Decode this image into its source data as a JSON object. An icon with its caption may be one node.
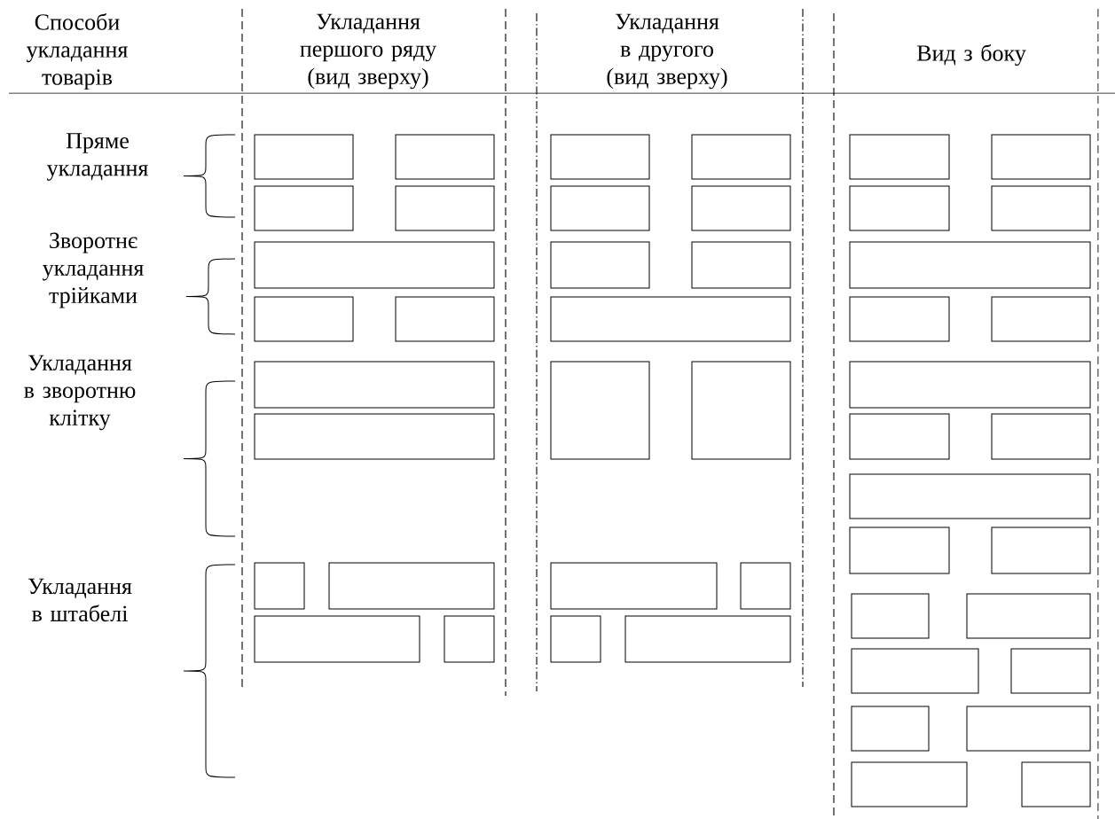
{
  "diagram": {
    "labels": [
      "Способи укладання товарів",
      "Укладання першого ряду (вид зверху)",
      "Укладання в другого (вид зверху)",
      "Вид з боку",
      "Пряме укладання",
      "Зворотнє укладання трійками",
      "Укладання в зворотню клітку",
      "Укладання в штабелі"
    ]
  }
}
